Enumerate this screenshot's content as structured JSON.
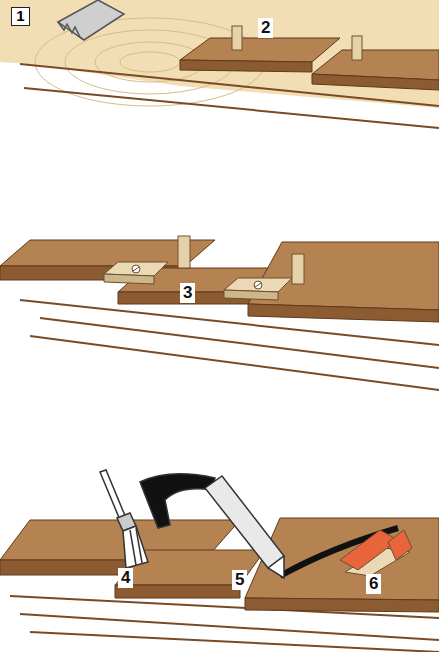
{
  "diagram": {
    "nodes": [
      {
        "text": [
          "1"
        ]
      }
    ],
    "labels": [
      "2",
      "3",
      "4",
      "5",
      "6"
    ]
  }
}
